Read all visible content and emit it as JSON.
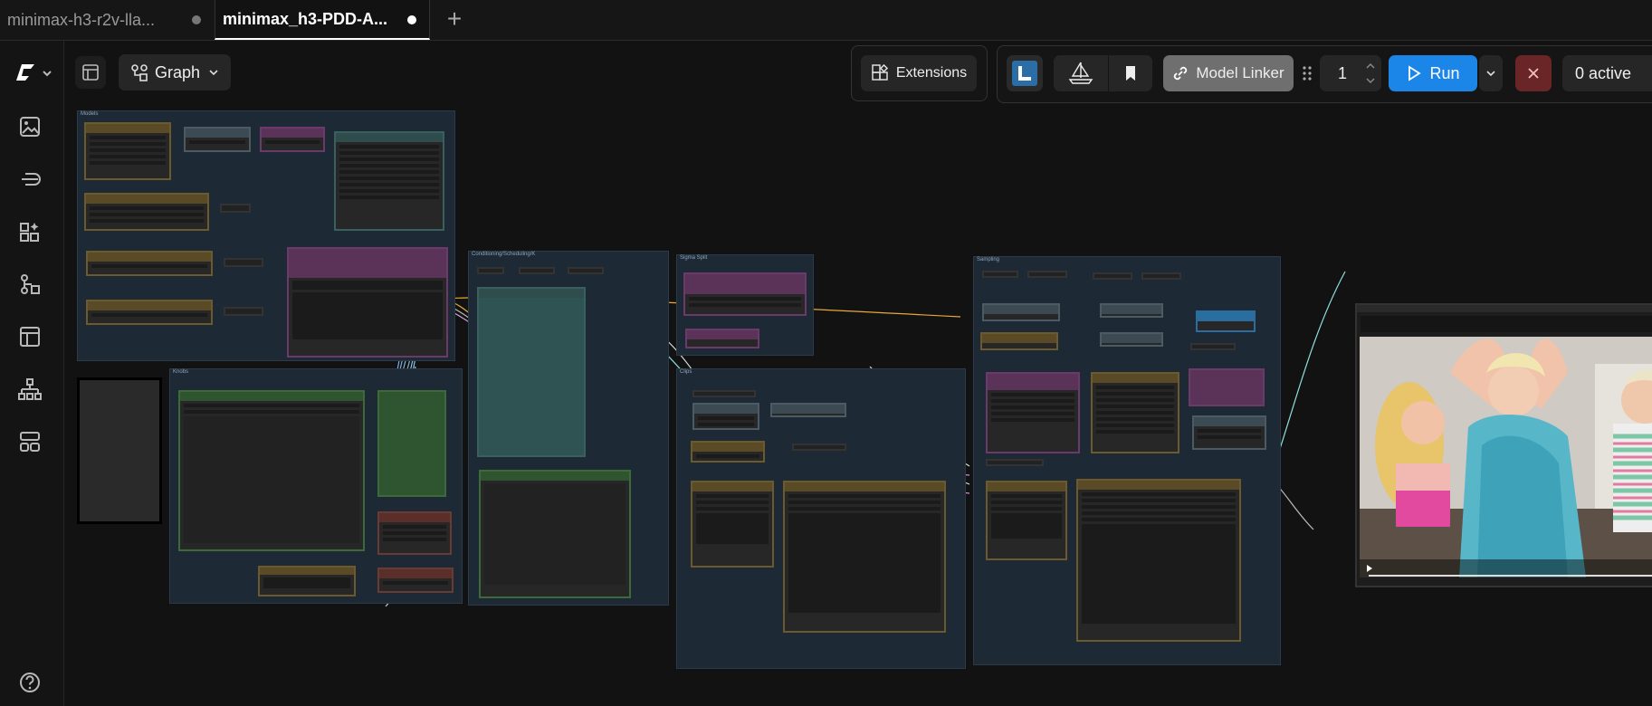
{
  "tabs": [
    {
      "label": "minimax-h3-r2v-lla...",
      "active": false
    },
    {
      "label": "minimax_h3-PDD-A...",
      "active": true
    }
  ],
  "sidebar": {
    "icons": [
      "images-icon",
      "models-icon",
      "nodes-icon",
      "workflows-icon",
      "templates-icon",
      "hierarchy-icon",
      "blueprint-icon",
      "help-icon"
    ]
  },
  "toolbar": {
    "view_label": "Graph",
    "extensions_label": "Extensions",
    "model_linker_label": "Model Linker",
    "queue_count": "1",
    "run_label": "Run",
    "active_label": "0 active"
  },
  "groups": [
    {
      "title": "Models"
    },
    {
      "title": "Knobs"
    },
    {
      "title": "Conditioning/Scheduling/K"
    },
    {
      "title": "Sigma Split"
    },
    {
      "title": "Clips"
    },
    {
      "title": "Sampling"
    }
  ],
  "colors": {
    "run": "#1c86e8",
    "stop": "#6a2626",
    "model_linker": "#6f6f6f",
    "group": "#1d2a36"
  }
}
